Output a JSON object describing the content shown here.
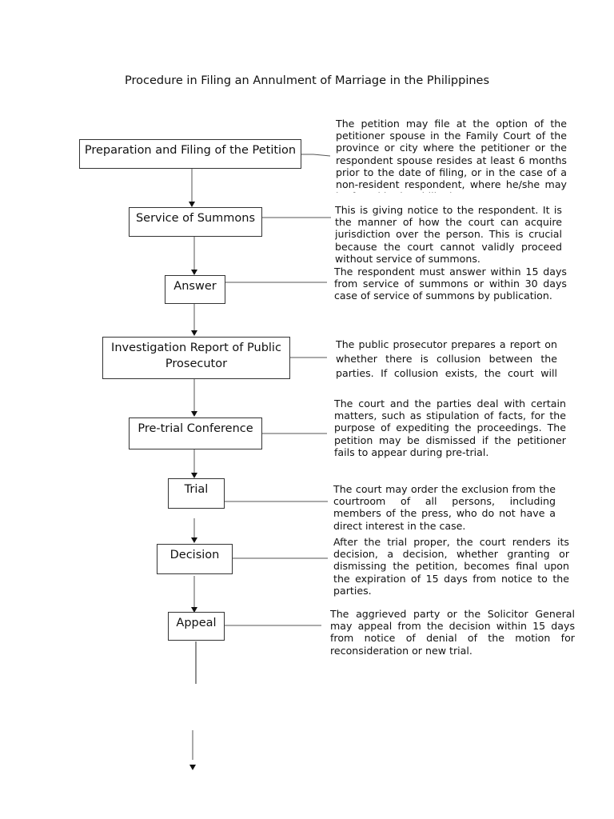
{
  "title": "Procedure in Filing an Annulment of Marriage in the Philippines",
  "steps": [
    {
      "label": "Preparation and Filing of the Petition",
      "description": "The petition may file at the option of the petitioner spouse in the Family Court of the province or city where the petitioner or the respondent spouse resides at least 6 months prior to the date of filing, or in the case of a non-resident respondent, where he/she may be found in the Philippines."
    },
    {
      "label": "Service of Summons",
      "description": "This is giving notice to the respondent. It is the manner of how the court can acquire jurisdiction over the person. This is crucial because the court cannot validly proceed without service of summons."
    },
    {
      "label": "Answer",
      "description": "The respondent must answer within 15 days from service of summons or within 30 days case of service of summons by publication."
    },
    {
      "label": "Investigation Report of Public Prosecutor",
      "description": "The public prosecutor prepares a report on whether there is collusion between the parties. If collusion exists, the court will dismiss the case."
    },
    {
      "label": "Pre-trial Conference",
      "description": "The court and the parties deal with certain matters, such as stipulation of facts, for the purpose of expediting the proceedings. The petition may be dismissed if the petitioner fails to appear during pre-trial."
    },
    {
      "label": "Trial",
      "description": "The court may order the exclusion from the courtroom of all persons, including members of the press, who do not have a direct interest in the case."
    },
    {
      "label": "Decision",
      "description": "After the trial proper, the court renders its decision, a decision, whether granting or dismissing the petition, becomes final upon the expiration of 15 days from notice to the parties."
    },
    {
      "label": "Appeal",
      "description": "The aggrieved party or the Solicitor General may appeal from the decision within 15 days from notice of denial of the motion for reconsideration or new trial."
    }
  ]
}
